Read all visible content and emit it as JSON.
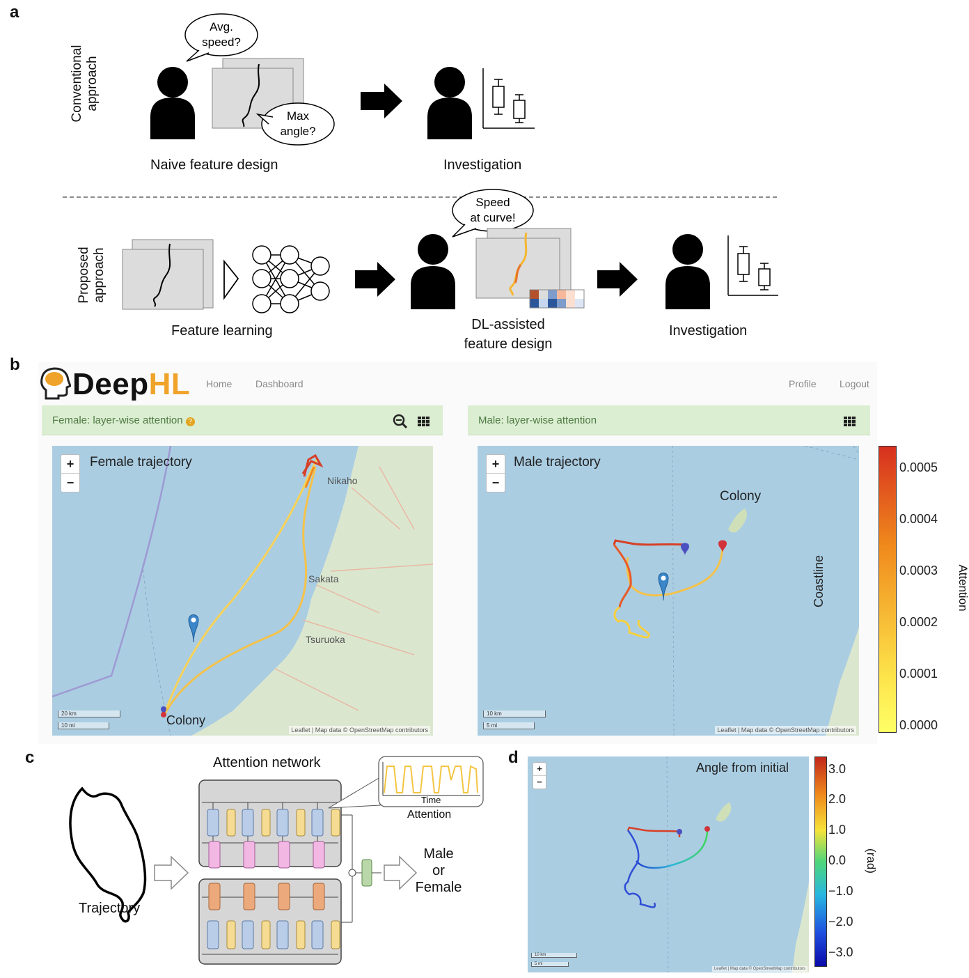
{
  "panel_a": {
    "letter": "a",
    "conventional_label_1": "Conventional",
    "conventional_label_2": "approach",
    "bubble_avg_1": "Avg.",
    "bubble_avg_2": "speed?",
    "bubble_max_1": "Max",
    "bubble_max_2": "angle?",
    "naive_caption": "Naive feature design",
    "investigation_top": "Investigation",
    "proposed_label_1": "Proposed",
    "proposed_label_2": "approach",
    "bubble_speed_1": "Speed",
    "bubble_speed_2": "at curve!",
    "feature_learning": "Feature learning",
    "dl_caption_1": "DL-assisted",
    "dl_caption_2": "feature design",
    "investigation_bottom": "Investigation"
  },
  "panel_b": {
    "letter": "b",
    "app_name_part1": "Deep",
    "app_name_part2": "HL",
    "nav": {
      "home": "Home",
      "dashboard": "Dashboard",
      "profile": "Profile",
      "logout": "Logout"
    },
    "female_panel_title": "Female: layer-wise attention",
    "male_panel_title": "Male: layer-wise attention",
    "female_map": {
      "title": "Female trajectory",
      "zoom_in": "+",
      "zoom_out": "−",
      "places": {
        "nikaho": "Nikaho",
        "sakata": "Sakata",
        "tsuruoka": "Tsuruoka",
        "colony": "Colony"
      },
      "scale_km": "20 km",
      "scale_mi": "10 mi",
      "attribution": "Leaflet | Map data © OpenStreetMap contributors"
    },
    "male_map": {
      "title": "Male trajectory",
      "zoom_in": "+",
      "zoom_out": "−",
      "places": {
        "colony": "Colony",
        "coastline": "Coastline"
      },
      "scale_km": "10 km",
      "scale_mi": "5 mi",
      "attribution": "Leaflet | Map data © OpenStreetMap contributors"
    },
    "colorbar": {
      "label": "Attention",
      "ticks": [
        "0.0005",
        "0.0004",
        "0.0003",
        "0.0002",
        "0.0001",
        "0.0000"
      ],
      "colors": [
        "#d7301f",
        "#f08a1c",
        "#fde34a",
        "#ffff66"
      ]
    }
  },
  "panel_c": {
    "letter": "c",
    "title": "Attention network",
    "trajectory_label": "Trajectory",
    "time_label": "Time",
    "attention_label": "Attention",
    "output_1": "Male",
    "output_2": "or",
    "output_3": "Female"
  },
  "panel_d": {
    "letter": "d",
    "title": "Angle from initial",
    "unit": "(rad)",
    "ticks": [
      "3.0",
      "2.0",
      "1.0",
      "0.0",
      "−1.0",
      "−2.0",
      "−3.0"
    ],
    "zoom_in": "+",
    "zoom_out": "−",
    "scale_km": "10 km",
    "scale_mi": "5 mi",
    "attribution": "Leaflet | Map data © OpenStreetMap contributors"
  }
}
